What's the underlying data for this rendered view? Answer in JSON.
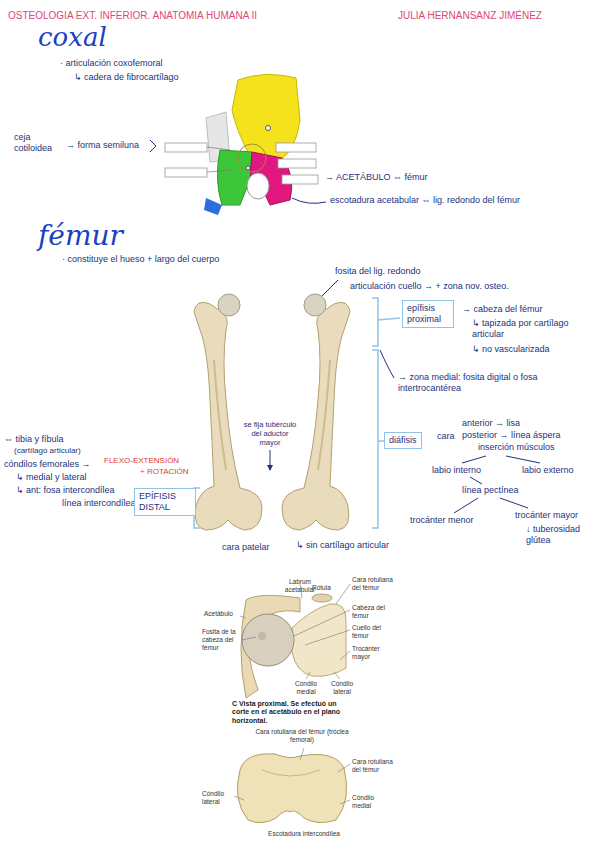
{
  "diagram": {
    "title": "OSTEOLOGIA EXT. INFERIOR. ANATOMIA HUMANA II",
    "nodes": [
      {
        "text": [
          "epífisis proximal"
        ]
      },
      {
        "text": [
          "diáfisis"
        ]
      },
      {
        "text": [
          "EPÍFISIS DISTAL"
        ]
      }
    ],
    "labels": [
      "JULIA HERNANSANZ JIMÉNEZ",
      "coxal",
      "· articulación coxofemoral",
      "↳ cadera de fibrocartílago",
      "ceja cotiloidea",
      "→ forma semiluna",
      "→ ACETÁBULO ⇔ fémur",
      "escotadura acetabular ⇔ lig. redondo del fémur",
      "fémur",
      "· constituye el hueso + largo del cuerpo",
      "fosita del lig. redondo",
      "articulación cuello → + zona nov. osteo.",
      "→ cabeza del fémur",
      "↳ tapizada por cartílago articular",
      "↳ no vascularizada",
      "→ zona medial: fosita digital o fosa intertrocantérea",
      "cara",
      "anterior → lisa",
      "posterior → línea áspera",
      "inserción músculos",
      "labio interno",
      "labio externo",
      "línea pectínea",
      "trocánter menor",
      "trocánter mayor",
      "↓ tuberosidad glútea",
      "⇔ tibia y fíbula",
      "(cartílago articular)",
      "cóndilos femorales →",
      "FLEXO-EXTENSIÓN",
      "+ ROTACIÓN",
      "↳ medial y lateral",
      "↳ ant: fosa intercondílea",
      "línea intercondílea",
      "se fija tubérculo del aductor mayor",
      "cara patelar",
      "↳ sin cartílago articular",
      "Labrum acetabular",
      "Rótula",
      "Cara rotuliana del fémur",
      "Acetábulo",
      "Fosita de la cabeza del fémur",
      "Cabeza del fémur",
      "Cuello del fémur",
      "Trocánter mayor",
      "Cóndilo medial",
      "Cóndilo lateral",
      "C Vista proximal. Se efectuó un corte en el acetábulo en el plano horizontal.",
      "Cara rotuliana del fémur (tróclea femoral)",
      "Cara rotuliana del fémur",
      "Cóndilo lateral",
      "Cóndilo medial",
      "Escotadura intercondílea"
    ]
  }
}
